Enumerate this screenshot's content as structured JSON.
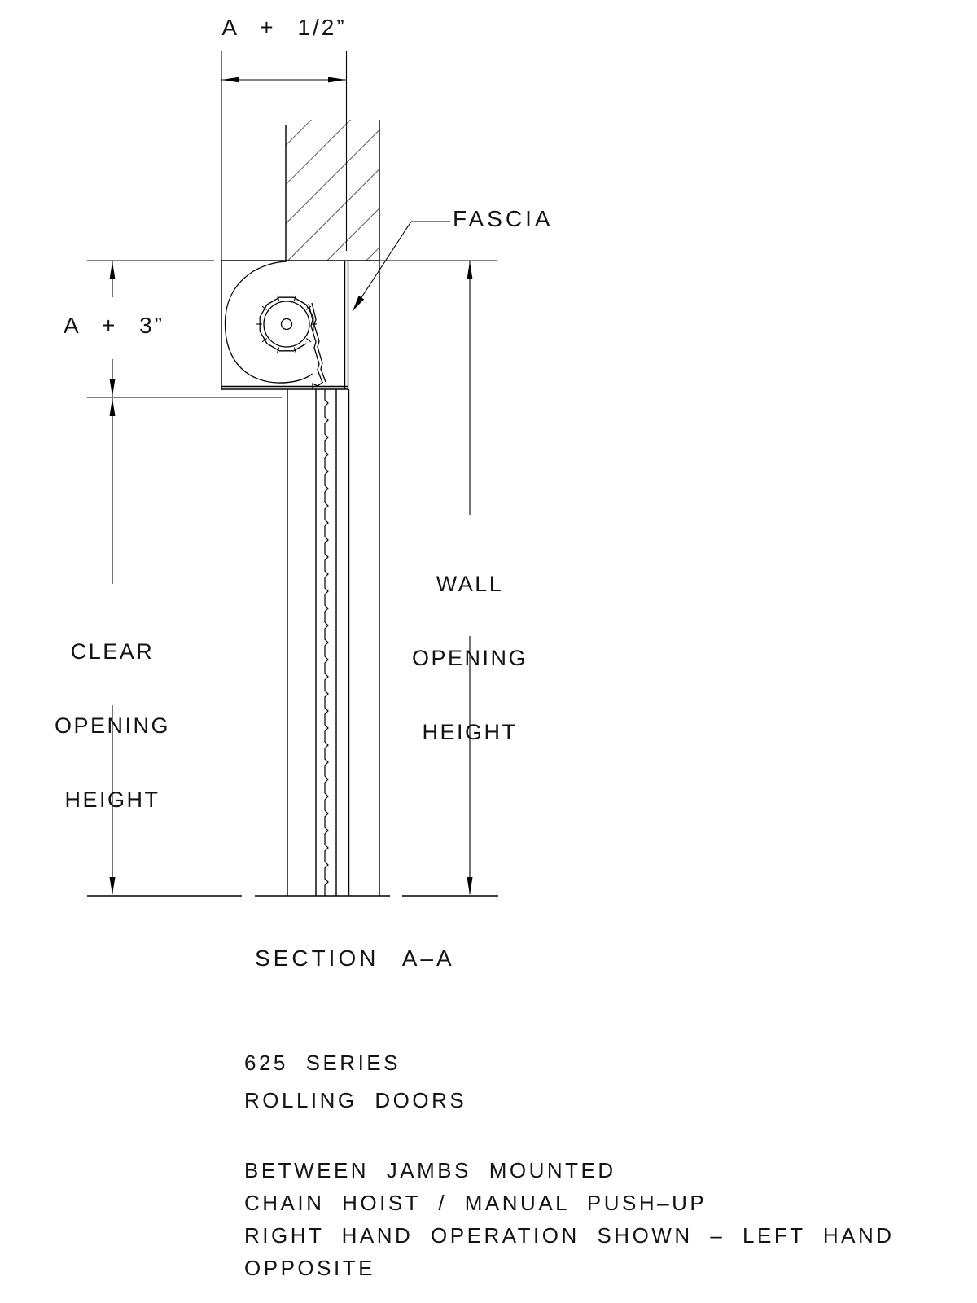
{
  "drawing": {
    "width_dimension_label": "A + 1/2”",
    "headroom_dimension_label": "A + 3”",
    "fascia_label": "FASCIA",
    "clear_opening": [
      "CLEAR",
      "OPENING",
      "HEIGHT"
    ],
    "wall_opening": [
      "WALL",
      "OPENING",
      "HEIGHT"
    ],
    "section_label": "SECTION A–A"
  },
  "notes": {
    "series_line1": "625 SERIES",
    "series_line2": "ROLLING DOORS",
    "mounting_line1": "BETWEEN JAMBS MOUNTED",
    "mounting_line2": "CHAIN HOIST / MANUAL PUSH–UP",
    "mounting_line3": "RIGHT HAND OPERATION SHOWN – LEFT HAND",
    "mounting_line4": "OPPOSITE"
  },
  "colors": {
    "line": "#000000",
    "background": "#ffffff"
  }
}
